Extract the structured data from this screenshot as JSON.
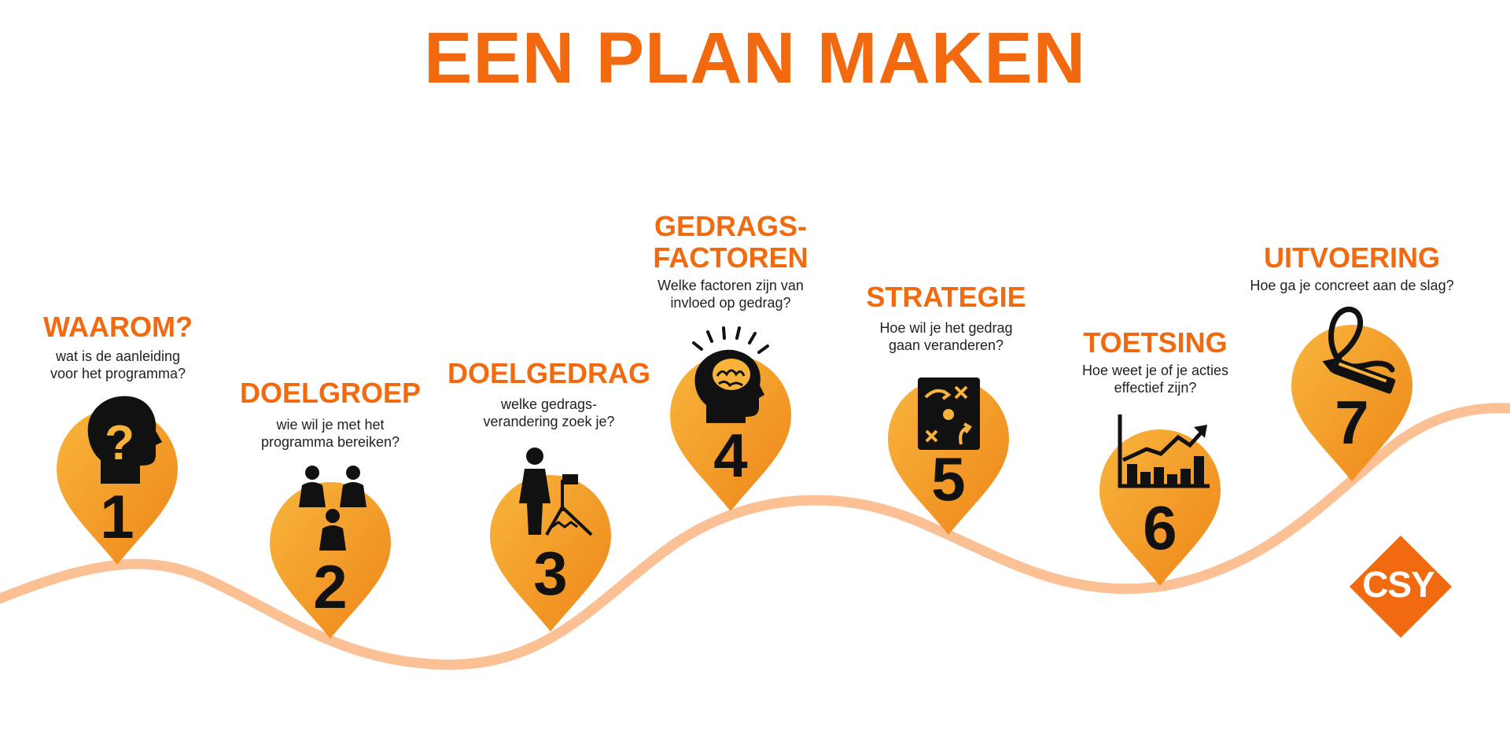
{
  "title": "EEN PLAN MAKEN",
  "colors": {
    "accent": "#f26a0f",
    "pin_light": "#f8b33a",
    "pin_dark": "#ef8a1c",
    "path": "#fbc093",
    "icon": "#111111"
  },
  "steps": [
    {
      "number": "1",
      "heading": "WAAROM?",
      "description": "wat is de aanleiding\nvoor het programma?",
      "icon": "head-question-icon"
    },
    {
      "number": "2",
      "heading": "DOELGROEP",
      "description": "wie wil je met het\nprogramma bereiken?",
      "icon": "people-group-icon"
    },
    {
      "number": "3",
      "heading": "DOELGEDRAG",
      "description": "welke gedrags-\nverandering zoek je?",
      "icon": "person-mountain-flag-icon"
    },
    {
      "number": "4",
      "heading": "GEDRAGS-\nFACTOREN",
      "description": "Welke factoren zijn van\ninvloed op gedrag?",
      "icon": "head-brain-icon"
    },
    {
      "number": "5",
      "heading": "STRATEGIE",
      "description": "Hoe wil je het gedrag\ngaan veranderen?",
      "icon": "strategy-board-icon"
    },
    {
      "number": "6",
      "heading": "TOETSING",
      "description": "Hoe weet je of je acties\neffectief zijn?",
      "icon": "growth-chart-icon"
    },
    {
      "number": "7",
      "heading": "UITVOERING",
      "description": "Hoe ga je concreet aan de slag?",
      "icon": "pencil-scribble-icon"
    }
  ],
  "logo": {
    "text": "CSY"
  }
}
